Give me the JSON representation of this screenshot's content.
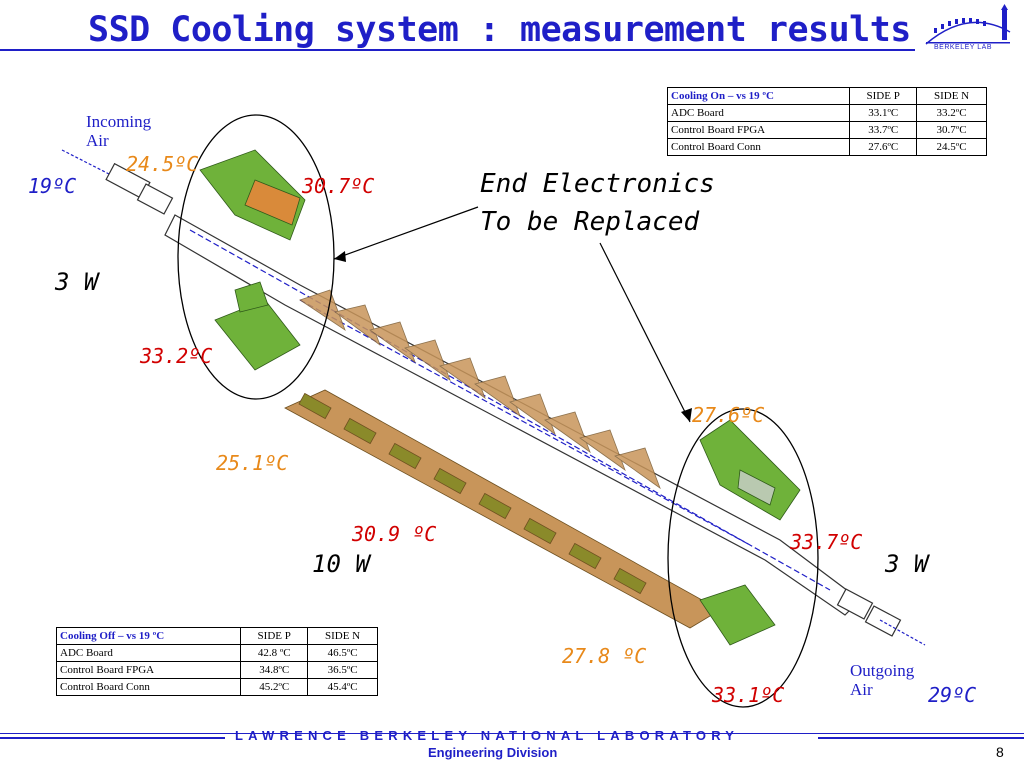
{
  "title": "SSD Cooling system : measurement results",
  "logo": {
    "text": "BERKELEY LAB"
  },
  "table_cooling_on": {
    "header": [
      "Cooling  On – vs 19 ºC",
      "SIDE P",
      "SIDE N"
    ],
    "rows": [
      [
        "ADC Board",
        "33.1ºC",
        "33.2ºC"
      ],
      [
        "Control Board FPGA",
        "33.7ºC",
        "30.7ºC"
      ],
      [
        "Control Board Conn",
        "27.6ºC",
        "24.5ºC"
      ]
    ]
  },
  "table_cooling_off": {
    "header": [
      "Cooling  Off – vs 19 ºC",
      "SIDE P",
      "SIDE N"
    ],
    "rows": [
      [
        "ADC Board",
        "42.8 ºC",
        "46.5ºC"
      ],
      [
        "Control Board FPGA",
        "34.8ºC",
        "36.5ºC"
      ],
      [
        "Control Board  Conn",
        "45.2ºC",
        "45.4ºC"
      ]
    ]
  },
  "labels": {
    "incoming_air": [
      "Incoming",
      "Air"
    ],
    "outgoing_air": [
      "Outgoing",
      "Air"
    ],
    "inlet_temp": "19ºC",
    "outlet_temp": "29ºC",
    "power_left": "3 W",
    "power_middle": "10 W",
    "power_right": "3 W",
    "callout": [
      "End Electronics",
      "To be Replaced"
    ]
  },
  "temperatures": {
    "t_245": "24.5ºC",
    "t_307": "30.7ºC",
    "t_332": "33.2ºC",
    "t_251": "25.1ºC",
    "t_309": "30.9 ºC",
    "t_276": "27.6ºC",
    "t_337": "33.7ºC",
    "t_278": "27.8 ºC",
    "t_331": "33.1ºC"
  },
  "footer": {
    "lab": "LAWRENCE BERKELEY NATIONAL LABORATORY",
    "division": "Engineering Division",
    "page": "8"
  },
  "colors": {
    "title_blue": "#1f1fc7",
    "orange": "#e8891a",
    "red": "#d10000",
    "board_green": "#6fb23a",
    "ladder_tan": "#c8955a"
  }
}
